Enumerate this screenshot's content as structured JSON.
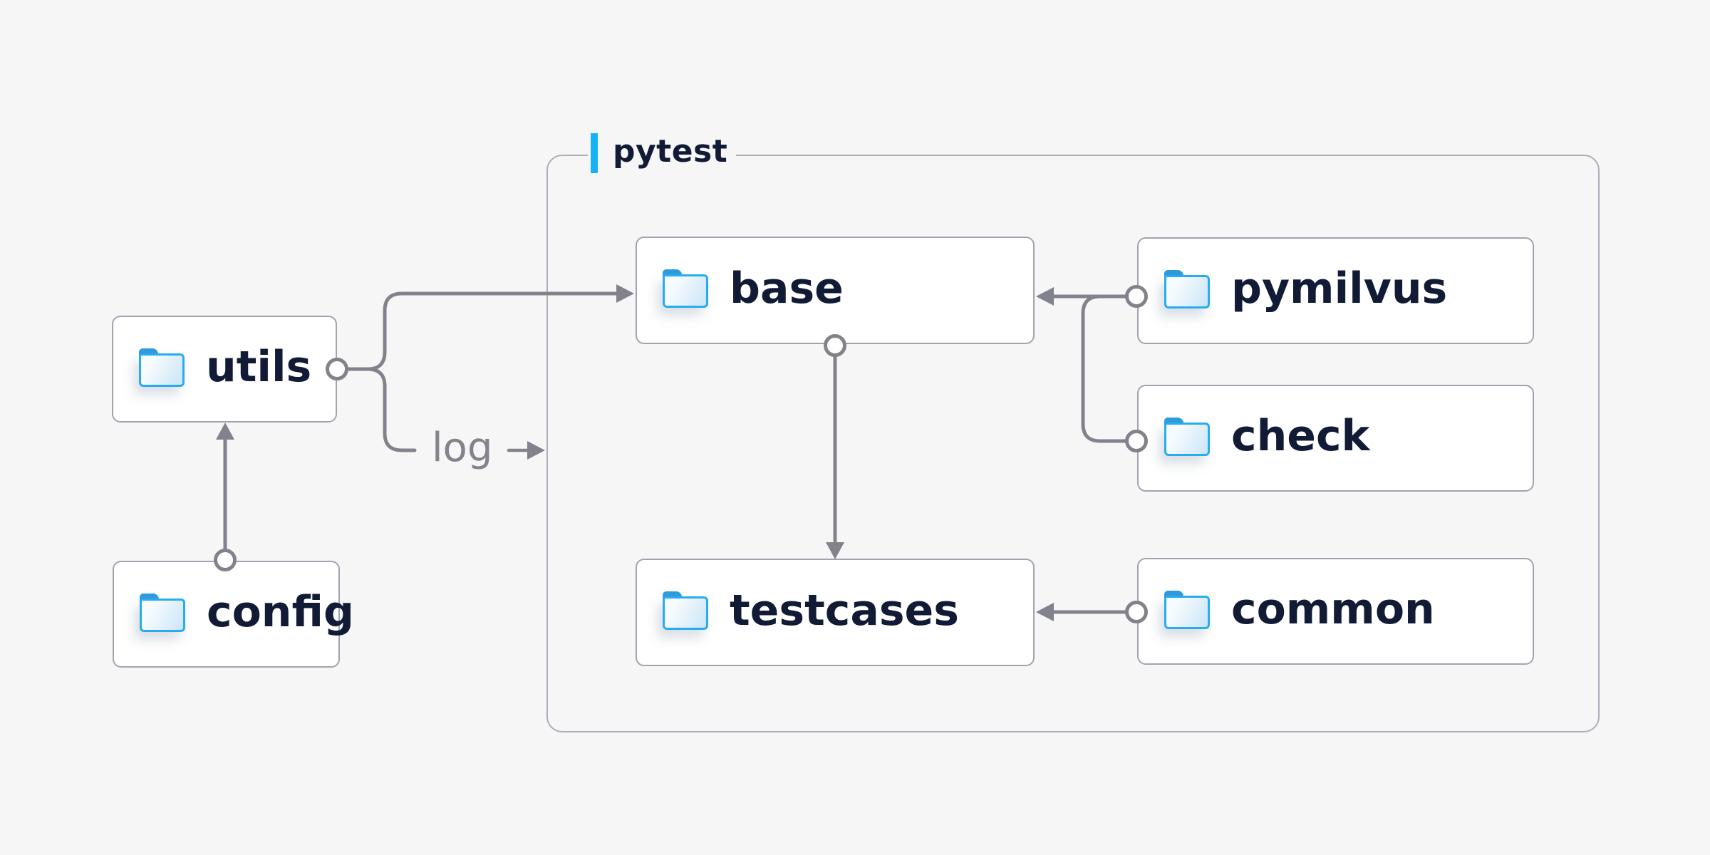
{
  "diagram": {
    "container_label": "pytest",
    "edge_label": "log",
    "nodes": [
      {
        "id": "utils",
        "label": "utils",
        "icon": "folder-icon"
      },
      {
        "id": "config",
        "label": "config",
        "icon": "folder-icon"
      },
      {
        "id": "base",
        "label": "base",
        "icon": "folder-icon"
      },
      {
        "id": "testcases",
        "label": "testcases",
        "icon": "folder-icon"
      },
      {
        "id": "pymilvus",
        "label": "pymilvus",
        "icon": "folder-icon"
      },
      {
        "id": "check",
        "label": "check",
        "icon": "folder-icon"
      },
      {
        "id": "common",
        "label": "common",
        "icon": "folder-icon"
      }
    ],
    "edges": [
      {
        "from": "config",
        "to": "utils"
      },
      {
        "from": "utils",
        "to": "base"
      },
      {
        "from": "utils",
        "to": "pytest",
        "label": "log"
      },
      {
        "from": "pymilvus",
        "to": "base"
      },
      {
        "from": "check",
        "to": "base"
      },
      {
        "from": "base",
        "to": "testcases"
      },
      {
        "from": "common",
        "to": "testcases"
      }
    ],
    "colors": {
      "background": "#f6f6f7",
      "node_background": "#ffffff",
      "node_border": "#a3a3af",
      "container_border": "#aeadba",
      "connector": "#82828d",
      "text": "#121b35",
      "accent_bar": "#13b3f5",
      "folder_stroke": "#29abf0",
      "folder_tab": "#2d9cdd",
      "edge_label_text": "#83828d"
    }
  }
}
